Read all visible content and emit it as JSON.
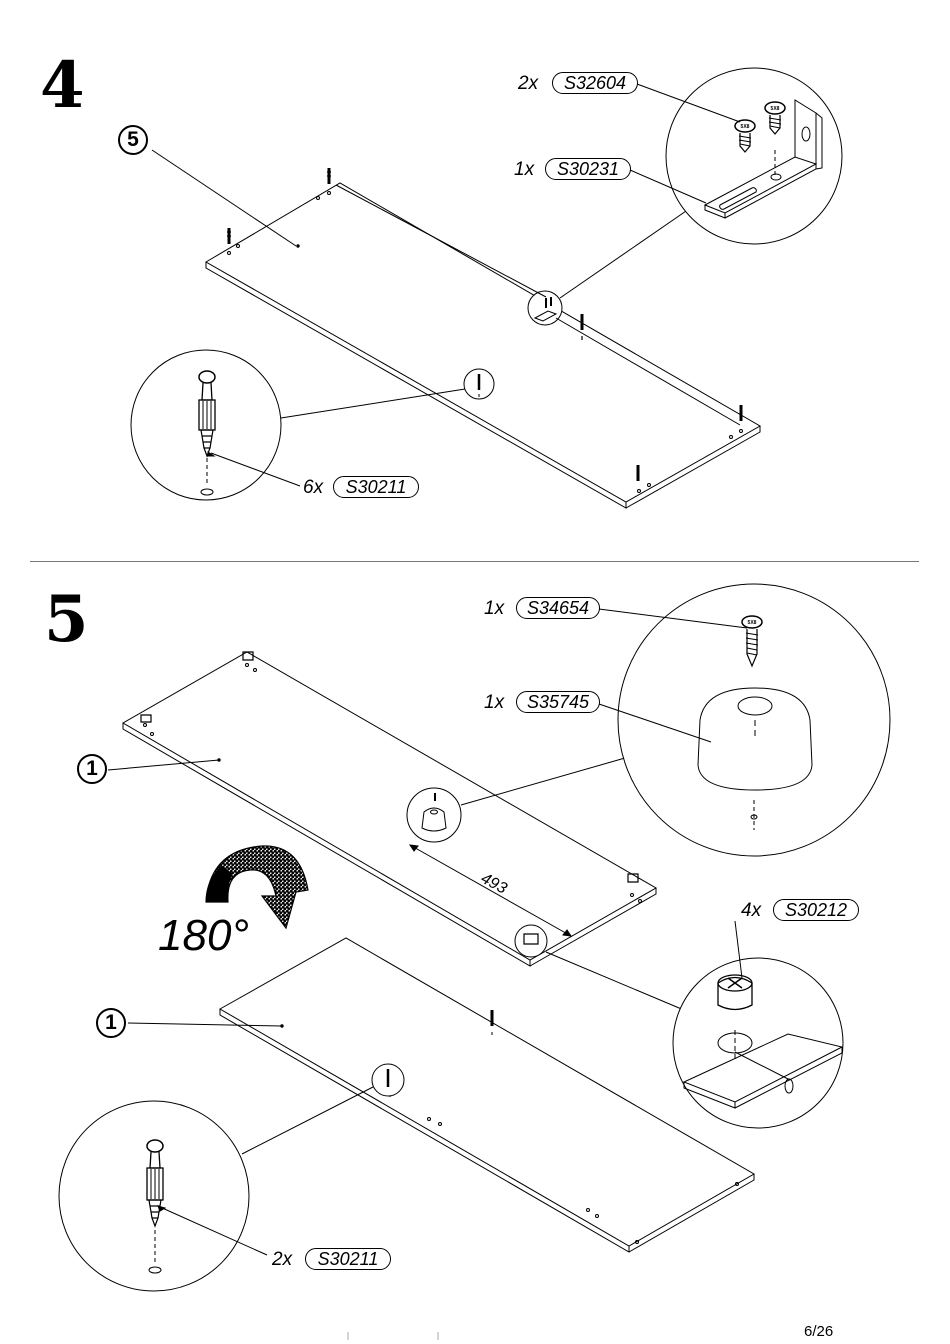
{
  "page": {
    "number": "6/26"
  },
  "step4": {
    "number": "4",
    "panel_callout": "5",
    "parts": [
      {
        "qty": "2x",
        "code": "S32604"
      },
      {
        "qty": "1x",
        "code": "S30231"
      },
      {
        "qty": "6x",
        "code": "S30211"
      }
    ]
  },
  "step5": {
    "number": "5",
    "panel_callouts": [
      "1",
      "1"
    ],
    "rotation": "180°",
    "dimension": "493",
    "parts": [
      {
        "qty": "1x",
        "code": "S34654"
      },
      {
        "qty": "1x",
        "code": "S35745"
      },
      {
        "qty": "4x",
        "code": "S30212"
      },
      {
        "qty": "2x",
        "code": "S30211"
      }
    ],
    "screw_head_label": "5X8"
  }
}
